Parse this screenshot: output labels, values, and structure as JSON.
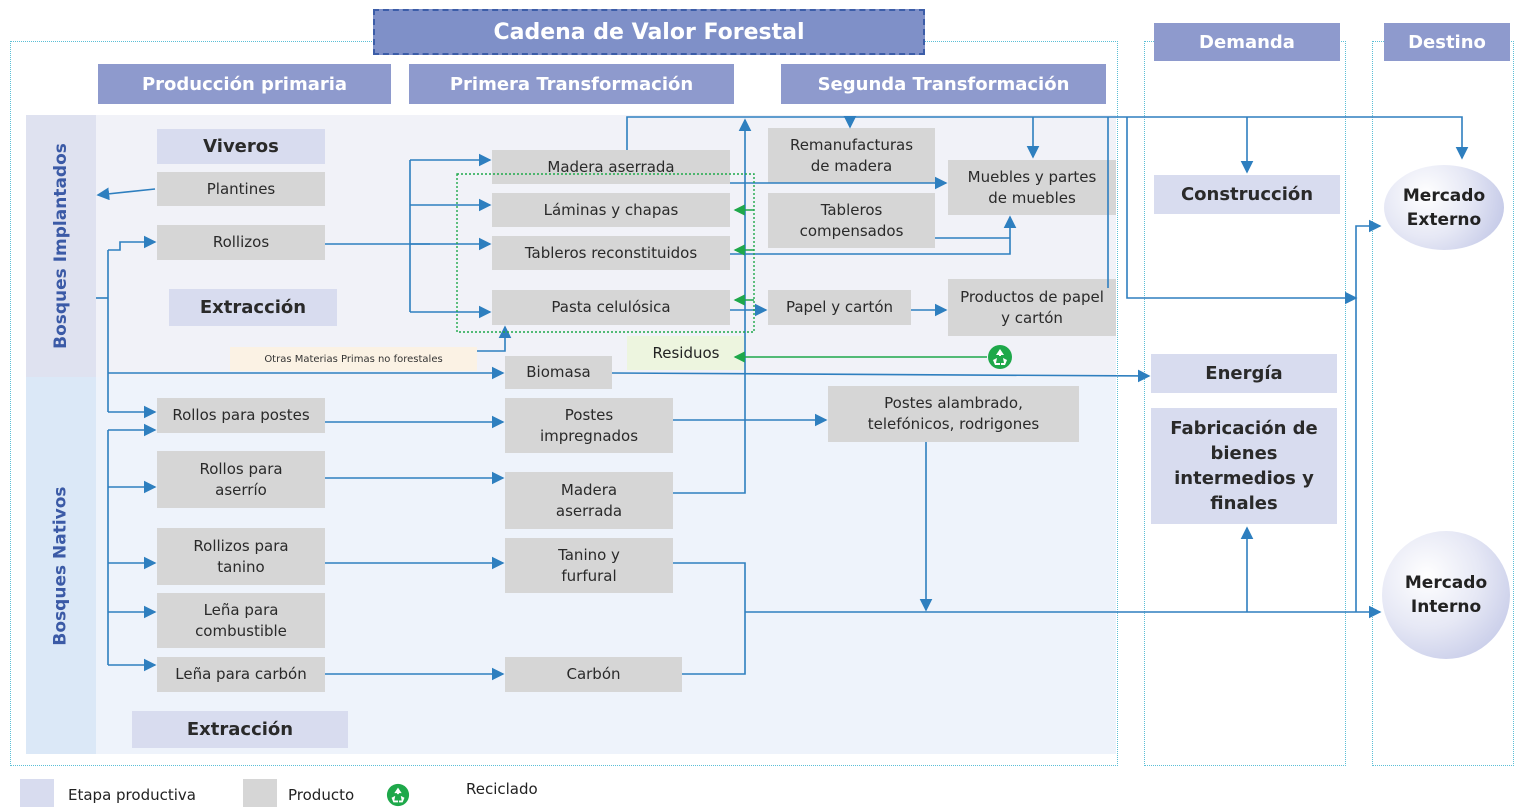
{
  "title": "Cadena de Valor Forestal",
  "headers": {
    "produccion_primaria": "Producción primaria",
    "primera_transformacion": "Primera Transformación",
    "segunda_transformacion": "Segunda Transformación",
    "demanda": "Demanda",
    "destino": "Destino"
  },
  "side_labels": {
    "implantados": "Bosques Implantados",
    "nativos": "Bosques Nativos"
  },
  "stages": {
    "viveros": "Viveros",
    "extraccion_1": "Extracción",
    "extraccion_2": "Extracción"
  },
  "implantados_products": {
    "plantines": "Plantines",
    "rollizos": "Rollizos",
    "madera_aserrada": "Madera aserrada",
    "laminas": "Láminas y chapas",
    "tableros_reconst": "Tableros reconstituidos",
    "pasta": "Pasta celulósica",
    "remanufacturas": "Remanufacturas de madera",
    "muebles": "Muebles y partes de muebles",
    "tableros_comp": "Tableros compensados",
    "papel": "Papel y cartón",
    "productos_papel": "Productos de papel y cartón",
    "otras_mp": "Otras Materias Primas no forestales",
    "residuos": "Residuos",
    "biomasa": "Biomasa"
  },
  "nativos_products": {
    "rollos_postes": "Rollos para postes",
    "postes_impregnados": "Postes impregnados",
    "postes_alambrado": "Postes alambrado, telefónicos, rodrigones",
    "rollos_aserrio": "Rollos para aserrío",
    "madera_aserrada_n": "Madera aserrada",
    "rollizos_tanino": "Rollizos para tanino",
    "tanino": "Tanino y furfural",
    "lena_combustible": "Leña para combustible",
    "lena_carbon": "Leña para carbón",
    "carbon": "Carbón"
  },
  "demanda": {
    "construccion": "Construcción",
    "energia": "Energía",
    "fabricacion": "Fabricación de bienes intermedios y finales"
  },
  "destino": {
    "externo": "Mercado Externo",
    "interno": "Mercado Interno"
  },
  "legend": {
    "etapa": "Etapa productiva",
    "producto": "Producto",
    "reciclado": "Reciclado"
  },
  "icons": {
    "recycle": "recycle-icon"
  },
  "colors": {
    "arrow": "#2e7fbf",
    "recycle": "#1ea84a",
    "banner": "#7f90c8",
    "stage": "#d8dcef",
    "product": "#d6d6d6"
  }
}
